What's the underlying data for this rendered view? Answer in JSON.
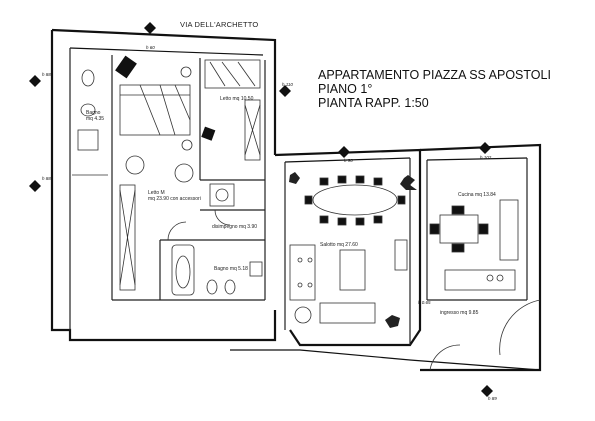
{
  "title": {
    "line1": "APPARTAMENTO PIAZZA SS APOSTOLI",
    "line2": "PIANO 1°",
    "line3": "PIANTA RAPP. 1:50"
  },
  "street": "VIA DELL'ARCHETTO",
  "rooms": {
    "letto_small": "Letto mq 10.50",
    "bagno_left_a": "Bagno",
    "bagno_left_b": "mq 4.35",
    "letto_m_a": "Letto M",
    "letto_m_b": "mq 23.90 con accessori",
    "disimpegno": "disimpegno mq 3.90",
    "bagno": "Bagno mq 5.18",
    "salotto": "Salotto mq 27.60",
    "cucina": "Cucina mq 13.84",
    "ingresso": "ingresso mq 9.85"
  },
  "window_tags": [
    "h 60",
    "h 88",
    "h 88",
    "h 110",
    "h 90",
    "h 102",
    "h 89"
  ],
  "dimension": "h 0.65",
  "colors": {
    "wall": "#111111",
    "line": "#333333",
    "paper": "#ffffff"
  }
}
